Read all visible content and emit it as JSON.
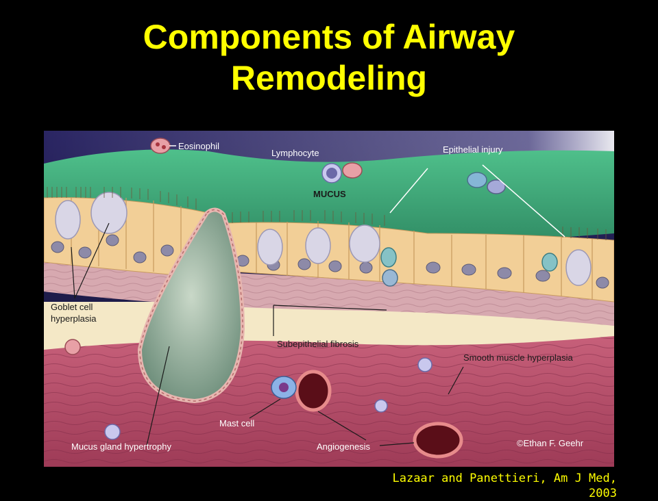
{
  "slide": {
    "title_line1": "Components of  Airway",
    "title_line2": "Remodeling",
    "citation": "Lazaar and Panettieri, Am J Med, 2003"
  },
  "figure": {
    "labels": {
      "eosinophil": "Eosinophil",
      "lymphocyte": "Lymphocyte",
      "epithelial_injury": "Epithelial injury",
      "mucus": "MUCUS",
      "goblet_line1": "Goblet cell",
      "goblet_line2": "hyperplasia",
      "subepithelial_fibrosis": "Subepithelial fibrosis",
      "smooth_muscle": "Smooth muscle hyperplasia",
      "mast_cell": "Mast cell",
      "mucus_gland": "Mucus gland hypertrophy",
      "angiogenesis": "Angiogenesis",
      "copyright": "©Ethan F. Geehr"
    },
    "colors": {
      "background_top": "#1e1b4d",
      "mucus": "#3fae7a",
      "epithelium": "#f2cf97",
      "fibrosis": "#d7a9b0",
      "submucosa": "#f4e8c6",
      "smooth_muscle": "#b8506a",
      "title": "#ffff00"
    }
  }
}
